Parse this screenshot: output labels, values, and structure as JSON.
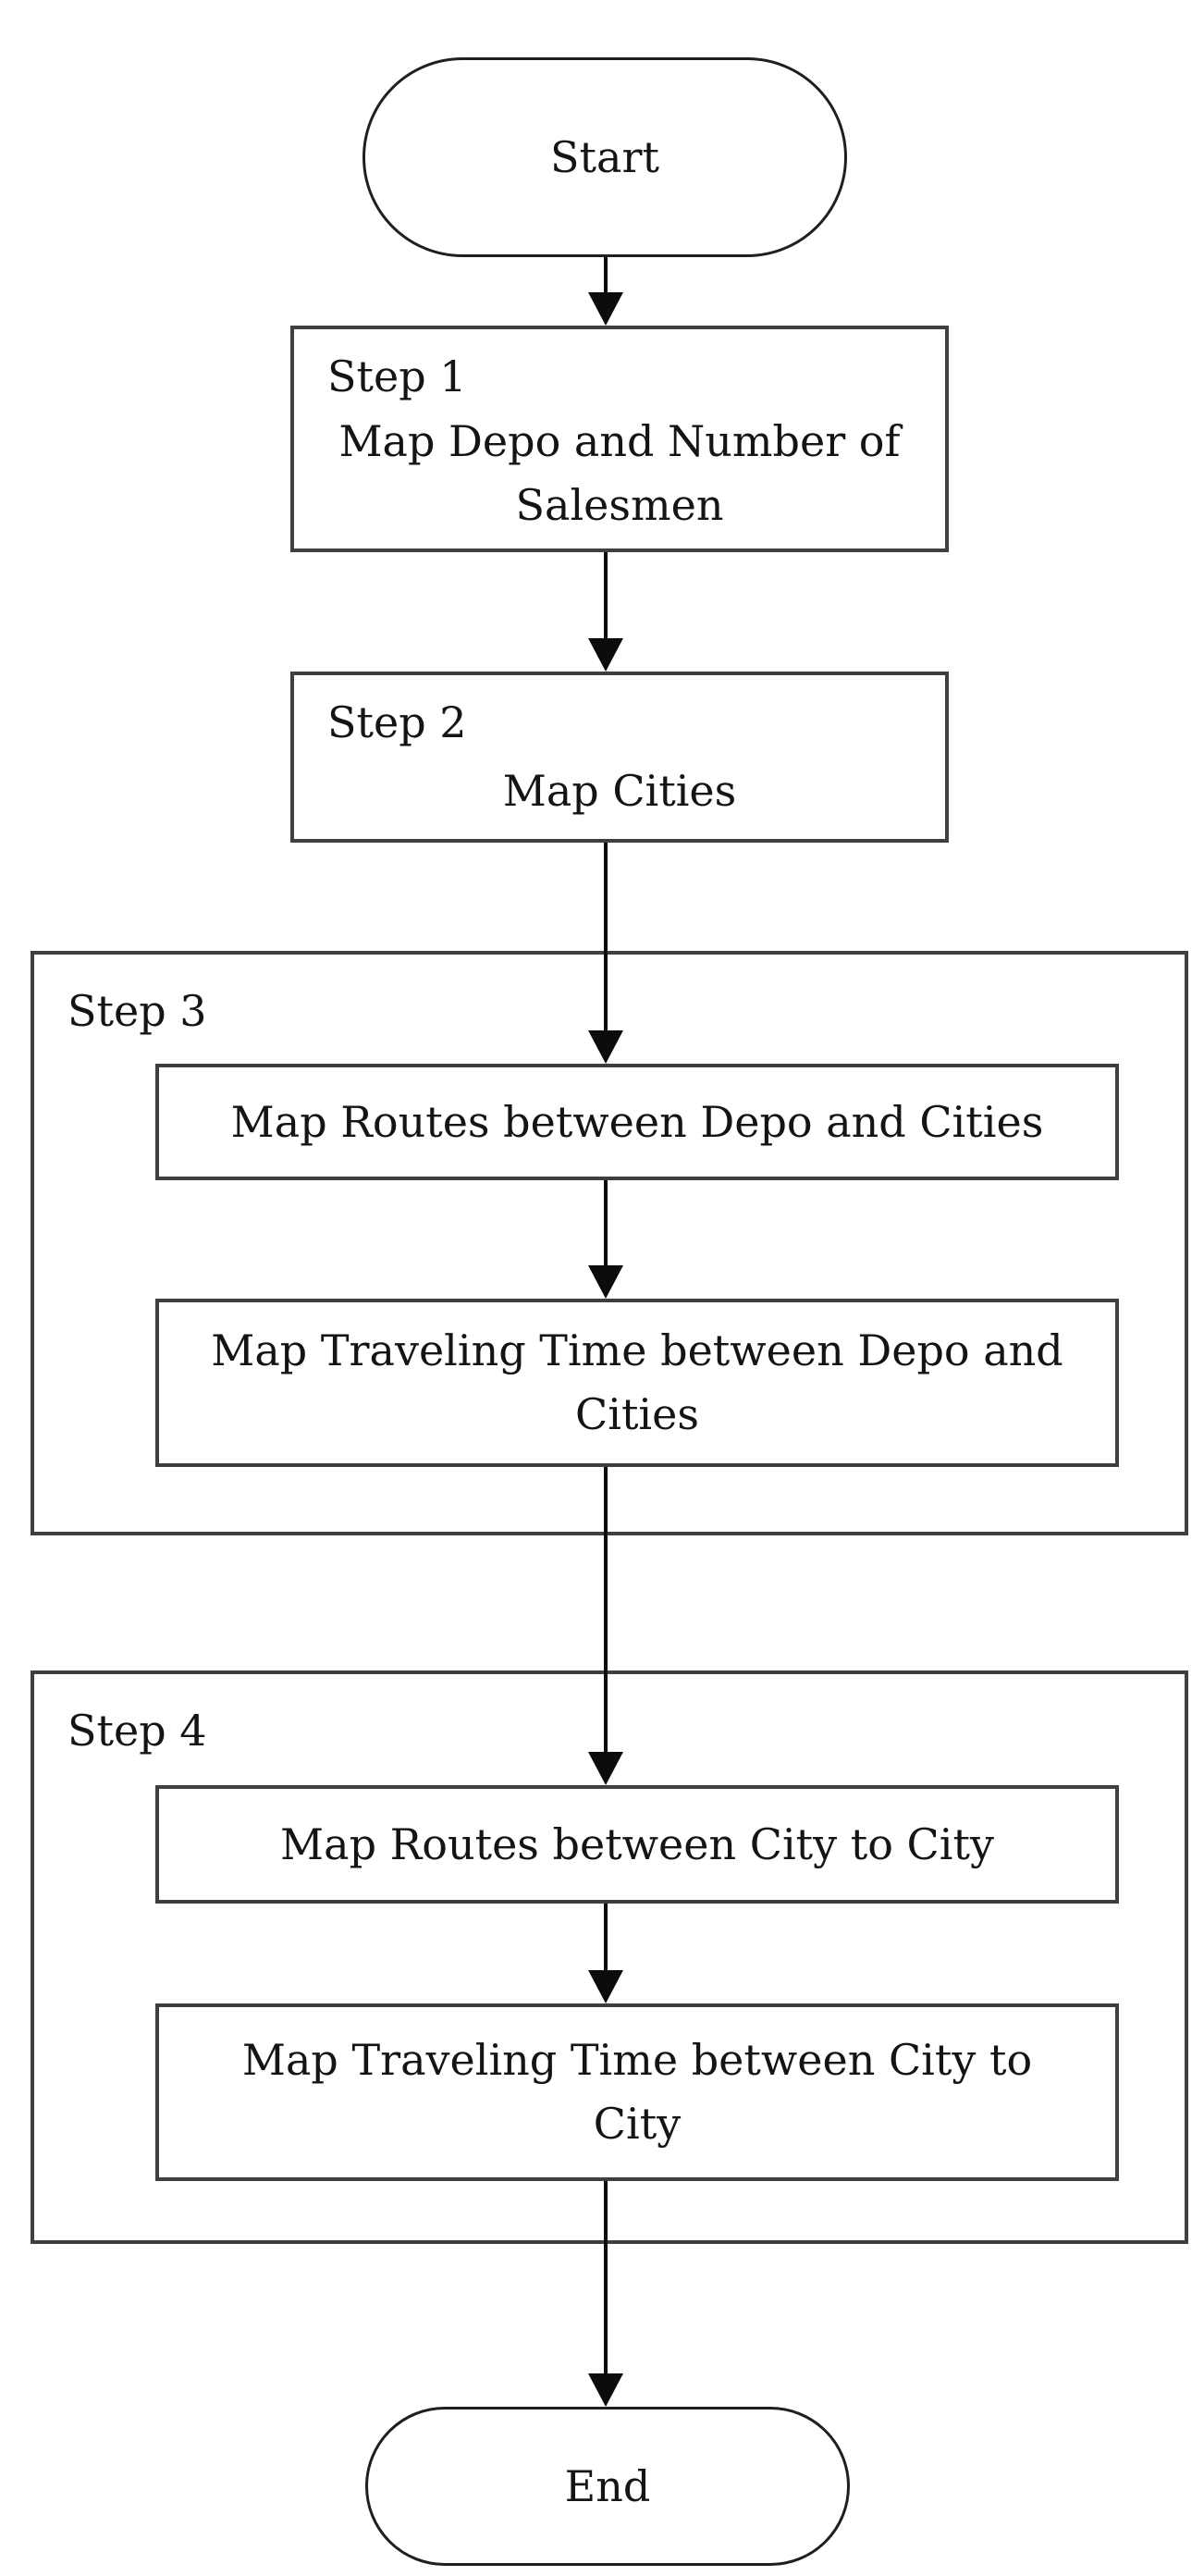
{
  "diagram": {
    "type": "flowchart",
    "background_color": "#ffffff",
    "text_color": "#141414",
    "box_border_color": "#3f3f3f",
    "terminator_border_color": "#1f1f1f",
    "arrow_color": "#0c0c0c"
  },
  "flowchart": {
    "start": {
      "label": "Start"
    },
    "step1": {
      "title": "Step 1",
      "body": "Map Depo and Number of Salesmen",
      "lines": [
        "Map Depo and Number of",
        "Salesmen"
      ]
    },
    "step2": {
      "title": "Step 2",
      "body": "Map Cities",
      "lines": [
        "Map Cities"
      ]
    },
    "step3": {
      "title": "Step 3",
      "box1": {
        "body": "Map Routes between Depo and Cities",
        "lines": [
          "Map Routes between Depo and Cities"
        ]
      },
      "box2": {
        "body": "Map Traveling Time between Depo and Cities",
        "lines": [
          "Map Traveling Time between Depo and",
          "Cities"
        ]
      }
    },
    "step4": {
      "title": "Step 4",
      "box1": {
        "body": "Map Routes between City to City",
        "lines": [
          "Map Routes between City to City"
        ]
      },
      "box2": {
        "body": "Map Traveling Time between City to City",
        "lines": [
          "Map Traveling Time between City to",
          "City"
        ]
      }
    },
    "end": {
      "label": "End"
    },
    "connections": [
      "start -> step1",
      "step1 -> step2",
      "step2 -> step3.box1",
      "step3.box1 -> step3.box2",
      "step3.box2 -> step4.box1",
      "step4.box1 -> step4.box2",
      "step4.box2 -> end"
    ]
  }
}
